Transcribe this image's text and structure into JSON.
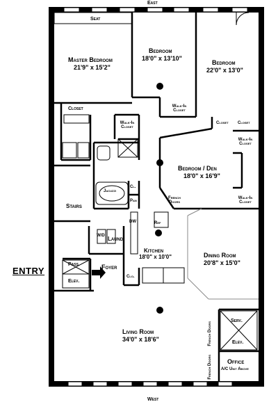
{
  "compass": {
    "top": "East",
    "bottom": "West"
  },
  "entry": "ENTRY",
  "rooms": {
    "seat": "Seat",
    "master_bedroom": {
      "name": "Master Bedroom",
      "size": "21'9\" x 15'2\""
    },
    "bedroom_1": {
      "name": "Bedroom",
      "size": "18'0\" x 13'10\""
    },
    "bedroom_2": {
      "name": "Bedroom",
      "size": "22'0\" x 13'0\""
    },
    "walk_in_closet_bed1": "Walk-In Closet",
    "closet_master": "Closet",
    "walk_in_closet_master": "Walk-In Closet",
    "closet_a": "Closet",
    "closet_b": "Closet",
    "walk_in_closet_den_top": "Walk-In Closet",
    "walk_in_closet_den_bottom": "Walk-In Closet",
    "bedroom_den": {
      "name": "Bedroom / Den",
      "size": "18'0\" x 16'9\""
    },
    "jacuzzi": "Jacuzzi",
    "cl": "Cl.",
    "pan": "Pan",
    "french_doors_den": "French Doors",
    "stairs": "Stairs",
    "dw": "DW",
    "ref": "Ref",
    "wd": "W/D",
    "laund": "Laund.",
    "kitchen": {
      "name": "Kitchen",
      "size": "18'0\" x 10'0\""
    },
    "dining_room": {
      "name": "Dining Room",
      "size": "20'8\" x 15'0\""
    },
    "pass": "Pass.",
    "elev": "Elev.",
    "foyer": "Foyer",
    "clo": "Clo.",
    "living_room": {
      "name": "Living Room",
      "size": "34'0\" x 18'6\""
    },
    "french_doors_1": "French Doors",
    "french_doors_2": "French Doors",
    "serv": "Serv.",
    "serv_elev": "Elev.",
    "office": {
      "name": "Office",
      "note": "A/C Unit Above"
    }
  }
}
